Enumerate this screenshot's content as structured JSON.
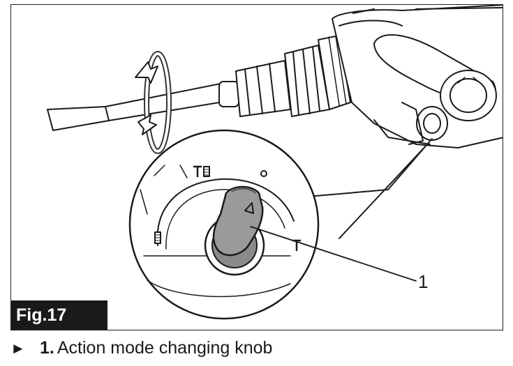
{
  "figure": {
    "label": "Fig.17",
    "callout_number": "1"
  },
  "caption": {
    "bullet": "►",
    "number": "1.",
    "text": "Action mode changing knob"
  },
  "icons": {
    "rotation": "rotation-arrows-icon",
    "rotation_mode_symbol": "drill-bit-symbol-icon",
    "hammer_mode_symbol": "hammer-symbol-icon",
    "dot_marker": "circle-marker-icon",
    "knob_arrow": "triangle-arrow-icon"
  }
}
